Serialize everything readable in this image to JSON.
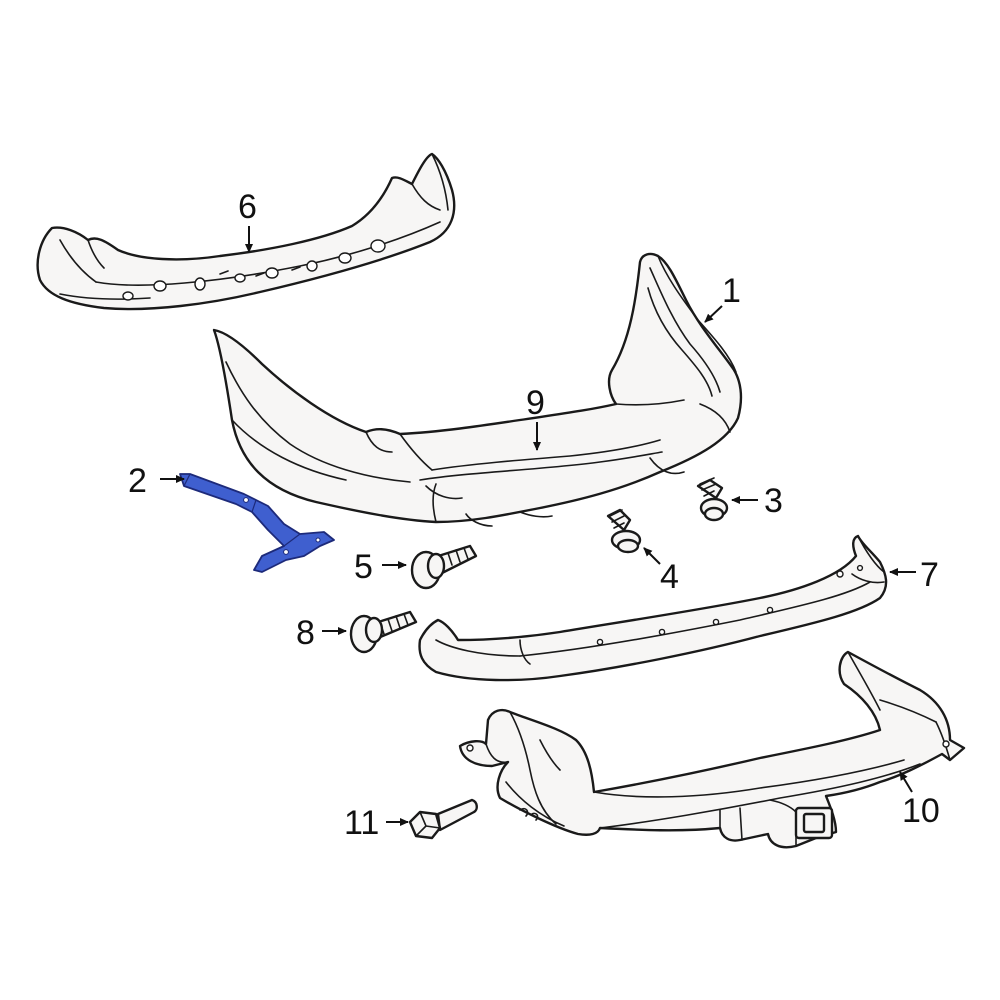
{
  "colors": {
    "highlight": "#3f5fcf",
    "highlight_stroke": "#1d2a7a",
    "line": "#1a1a1a",
    "part_fill": "#f7f6f5",
    "background": "#ffffff"
  },
  "callouts": {
    "c1": "1",
    "c2": "2",
    "c3": "3",
    "c4": "4",
    "c5": "5",
    "c6": "6",
    "c7": "7",
    "c8": "8",
    "c9": "9",
    "c10": "10",
    "c11": "11"
  }
}
